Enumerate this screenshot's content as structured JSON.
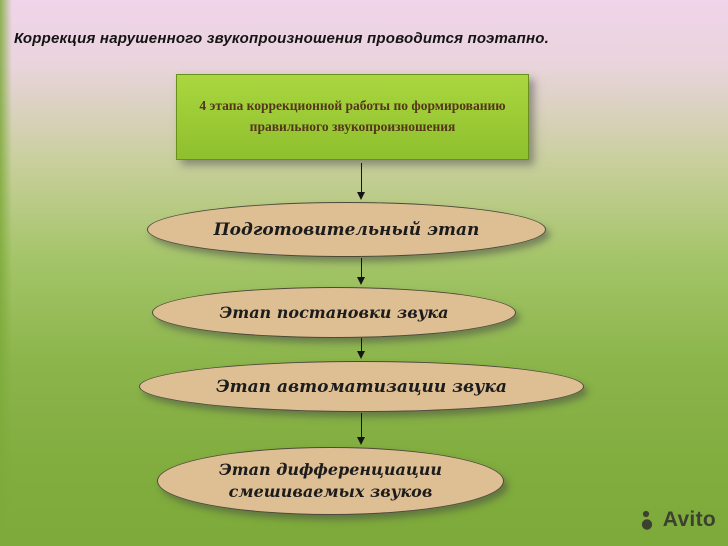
{
  "title": "Коррекция нарушенного звукопроизношения проводится поэтапно.",
  "flowchart": {
    "header_box": {
      "text": "4 этапа коррекционной работы по формированию правильного звукопроизношения"
    },
    "stages": [
      {
        "label": "Подготовительный этап"
      },
      {
        "label": "Этап постановки звука"
      },
      {
        "label": "Этап автоматизации звука"
      },
      {
        "label": "Этап дифференциации смешиваемых звуков"
      }
    ]
  },
  "watermark": {
    "text": "Avito"
  },
  "colors": {
    "header_box_fill": "#9ccb32",
    "header_box_text": "#55351b",
    "stage_fill": "#debf94",
    "background_top": "#f0d4ea",
    "background_bottom": "#7daa3a"
  }
}
